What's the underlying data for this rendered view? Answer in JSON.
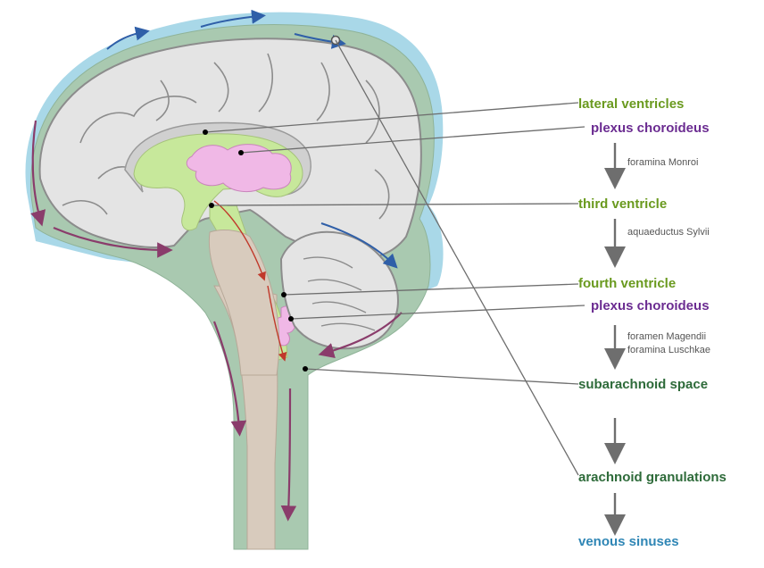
{
  "labels": {
    "lateral_ventricles": "lateral ventricles",
    "plexus_choroideus_1": "plexus choroideus",
    "foramina_monroi": "foramina Monroi",
    "third_ventricle": "third ventricle",
    "aquaeductus_sylvii": "aquaeductus Sylvii",
    "fourth_ventricle": "fourth ventricle",
    "plexus_choroideus_2": "plexus choroideus",
    "foramen_magendii": "foramen Magendii",
    "foramina_luschkae": "foramina Luschkae",
    "subarachnoid_space": "subarachnoid space",
    "arachnoid_granulations": "arachnoid granulations",
    "venous_sinuses": "venous sinuses"
  },
  "colors": {
    "ventricle_label": "#6a9a1f",
    "plexus_label": "#6b2c91",
    "space_label": "#2e6b3a",
    "sinus_label": "#2f86b5",
    "meninges": "#a9c9b0",
    "sinus_fluid": "#a9d8e8",
    "brain": "#e4e4e4",
    "ventricle": "#c7e89b",
    "plexus": "#f0b8e6",
    "brainstem": "#d8cbbd",
    "flow_arrow": "#8a3c6b",
    "outline": "#9a9a9a"
  }
}
